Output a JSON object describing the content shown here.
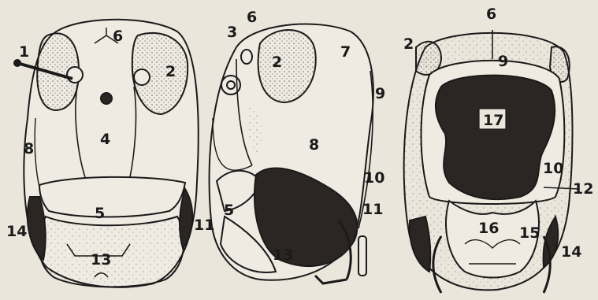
{
  "figure": {
    "panel_front": {
      "labels": {
        "l1": "1",
        "l2": "2",
        "l6": "6",
        "l4": "4",
        "l8": "8",
        "l5": "5",
        "l14": "14",
        "l11": "11",
        "l13": "13"
      }
    },
    "panel_side": {
      "labels": {
        "l3": "3",
        "l6": "6",
        "l2": "2",
        "l7": "7",
        "l9": "9",
        "l8": "8",
        "l10": "10",
        "l5": "5",
        "l11": "11",
        "l13": "13"
      }
    },
    "panel_back": {
      "labels": {
        "l6": "6",
        "l2": "2",
        "l9": "9",
        "l17": "17",
        "l10": "10",
        "l12": "12",
        "l16": "16",
        "l15": "15",
        "l14": "14"
      }
    },
    "colors": {
      "background": "#ebe6dc",
      "ink": "#1a1a1a",
      "dark_fill": "#2b2623",
      "stipple": "#6e6760"
    }
  }
}
